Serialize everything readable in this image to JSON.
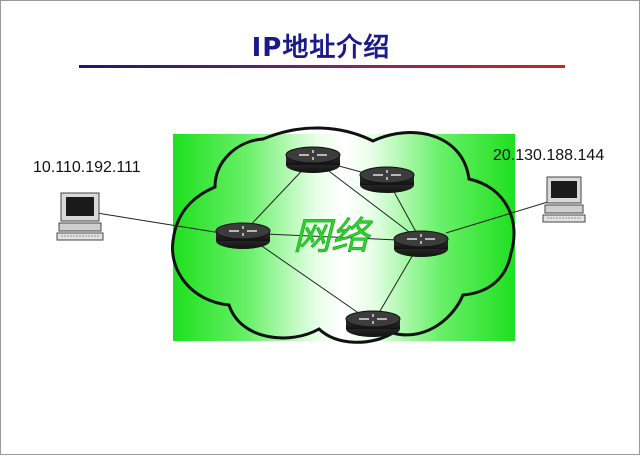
{
  "title": "IP地址介绍",
  "network_label": "网络",
  "hosts": [
    {
      "id": "left-host",
      "ip": "10.110.192.111"
    },
    {
      "id": "right-host",
      "ip": "20.130.188.144"
    }
  ],
  "colors": {
    "title": "#1a1a8c",
    "network_green": "#22e022",
    "network_label": "#2fd02f",
    "router_body": "#2a2a2a"
  }
}
